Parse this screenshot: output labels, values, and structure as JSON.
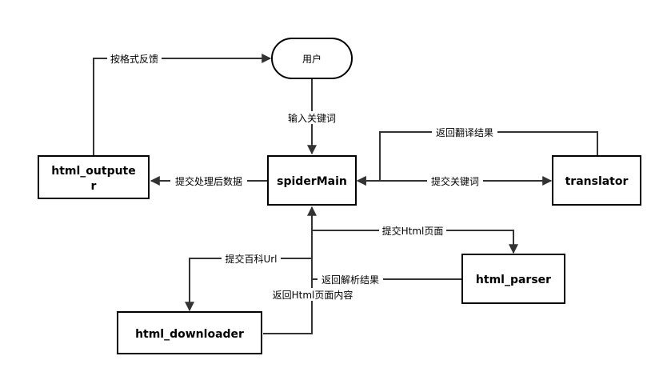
{
  "nodes": {
    "user": "用户",
    "spider_main": "spiderMain",
    "translator": "translator",
    "html_outputer_line1": "html_outpute",
    "html_outputer_line2": "r",
    "html_parser": "html_parser",
    "html_downloader": "html_downloader"
  },
  "edges": {
    "feedback_by_format": "按格式反馈",
    "input_keyword": "输入关键词",
    "return_translation": "返回翻译结果",
    "submit_keyword": "提交关键词",
    "submit_processed_data": "提交处理后数据",
    "submit_html_page": "提交Html页面",
    "submit_baike_url": "提交百科Url",
    "return_parse_result": "返回解析结果",
    "return_html_content": "返回Html页面内容"
  }
}
